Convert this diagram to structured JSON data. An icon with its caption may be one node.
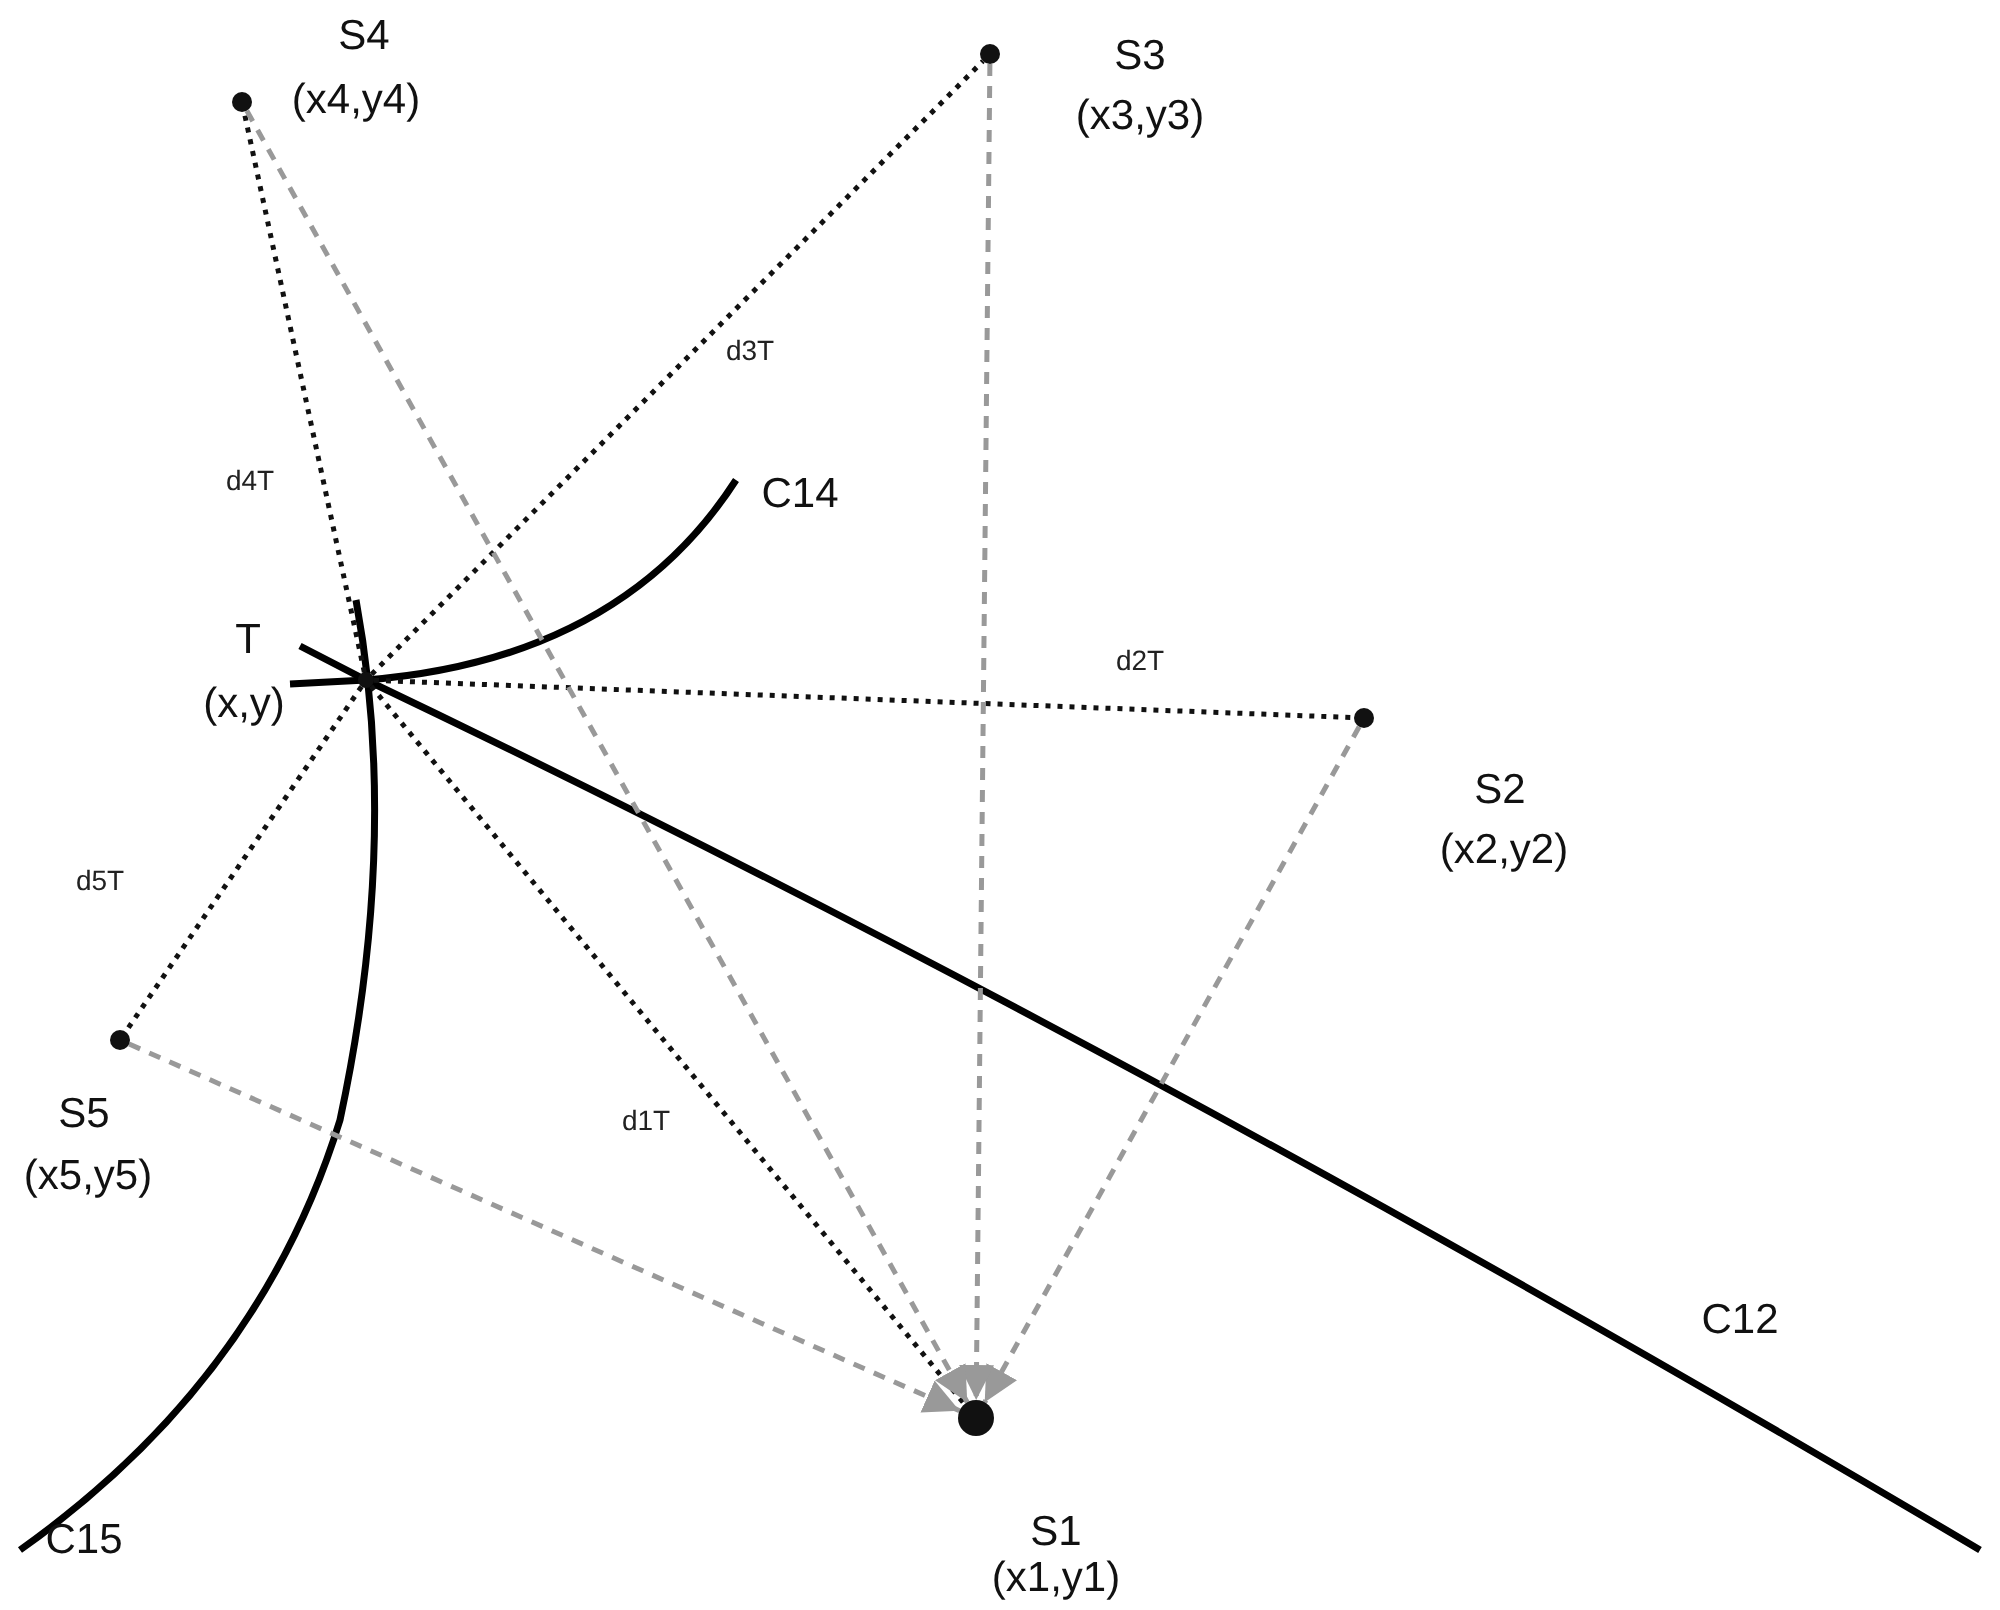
{
  "diagram": {
    "nodes": [
      {
        "text": [],
        "shape": "circle",
        "beside": [
          "S4",
          "(x4,y4)"
        ]
      },
      {
        "text": [],
        "shape": "circle",
        "beside": [
          "S3",
          "(x3,y3)"
        ]
      },
      {
        "text": [],
        "shape": "circle",
        "beside": [
          "T",
          "(x,y)"
        ]
      },
      {
        "text": [],
        "shape": "circle",
        "beside": [
          "S2",
          "(x2,y2)"
        ]
      },
      {
        "text": [],
        "shape": "circle",
        "beside": [
          "S5",
          "(x5,y5)"
        ]
      },
      {
        "text": [],
        "shape": "circle",
        "beside": [
          "S1",
          "(x1,y1)"
        ]
      }
    ],
    "edges": [
      {
        "from": 2,
        "to": 5,
        "arrow": "none",
        "label": "d1T",
        "style": "dashed"
      },
      {
        "from": 2,
        "to": 3,
        "arrow": "none",
        "label": "d2T",
        "style": "dashed"
      },
      {
        "from": 2,
        "to": 1,
        "arrow": "none",
        "label": "d3T",
        "style": "dashed"
      },
      {
        "from": 2,
        "to": 0,
        "arrow": "none",
        "label": "d4T",
        "style": "dashed"
      },
      {
        "from": 2,
        "to": 4,
        "arrow": "none",
        "label": "d5T",
        "style": "dashed"
      },
      {
        "from": 3,
        "to": 5,
        "arrow": "to",
        "style": "dashed",
        "color": "#999999"
      },
      {
        "from": 1,
        "to": 5,
        "arrow": "to",
        "style": "dashed",
        "color": "#999999"
      },
      {
        "from": 0,
        "to": 5,
        "arrow": "to",
        "style": "dashed",
        "color": "#999999"
      },
      {
        "from": 4,
        "to": 5,
        "arrow": "to",
        "style": "dashed",
        "color": "#999999"
      }
    ],
    "labels": [
      "C14",
      "C12",
      "C15"
    ]
  }
}
